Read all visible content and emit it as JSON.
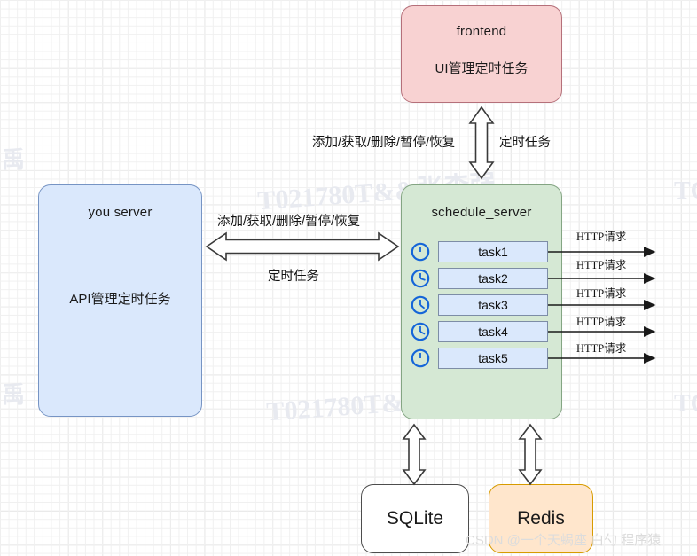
{
  "diagram": {
    "nodes": {
      "frontend": {
        "title": "frontend",
        "subtitle": "UI管理定时任务",
        "color": "#f8d2d2"
      },
      "you_server": {
        "title": "you server",
        "subtitle": "API管理定时任务",
        "color": "#dae8fc"
      },
      "schedule_server": {
        "title": "schedule_server",
        "color": "#d5e8d4"
      },
      "sqlite": {
        "label": "SQLite",
        "color": "#ffffff"
      },
      "redis": {
        "label": "Redis",
        "color": "#ffe6cc"
      }
    },
    "tasks": [
      {
        "label": "task1",
        "icon": "clock-icon"
      },
      {
        "label": "task2",
        "icon": "clock-icon"
      },
      {
        "label": "task3",
        "icon": "clock-icon"
      },
      {
        "label": "task4",
        "icon": "clock-icon"
      },
      {
        "label": "task5",
        "icon": "clock-icon"
      }
    ],
    "edges": {
      "frontend_to_schedule": {
        "left_label": "添加/获取/删除/暂停/恢复",
        "right_label": "定时任务"
      },
      "you_server_to_schedule": {
        "top_label": "添加/获取/删除/暂停/恢复",
        "bottom_label": "定时任务"
      },
      "http_requests": [
        "HTTP请求",
        "HTTP请求",
        "HTTP请求",
        "HTTP请求",
        "HTTP请求"
      ]
    },
    "watermarks": {
      "csdn": "CSDN @一个天蝎座 白勺 程序猿",
      "bg1": "T021780T&&张森强",
      "bg2": "T021780T&&张森强",
      "bg3": "禹",
      "bg4": "禹",
      "bg5": "TC",
      "bg6": "TC"
    }
  }
}
